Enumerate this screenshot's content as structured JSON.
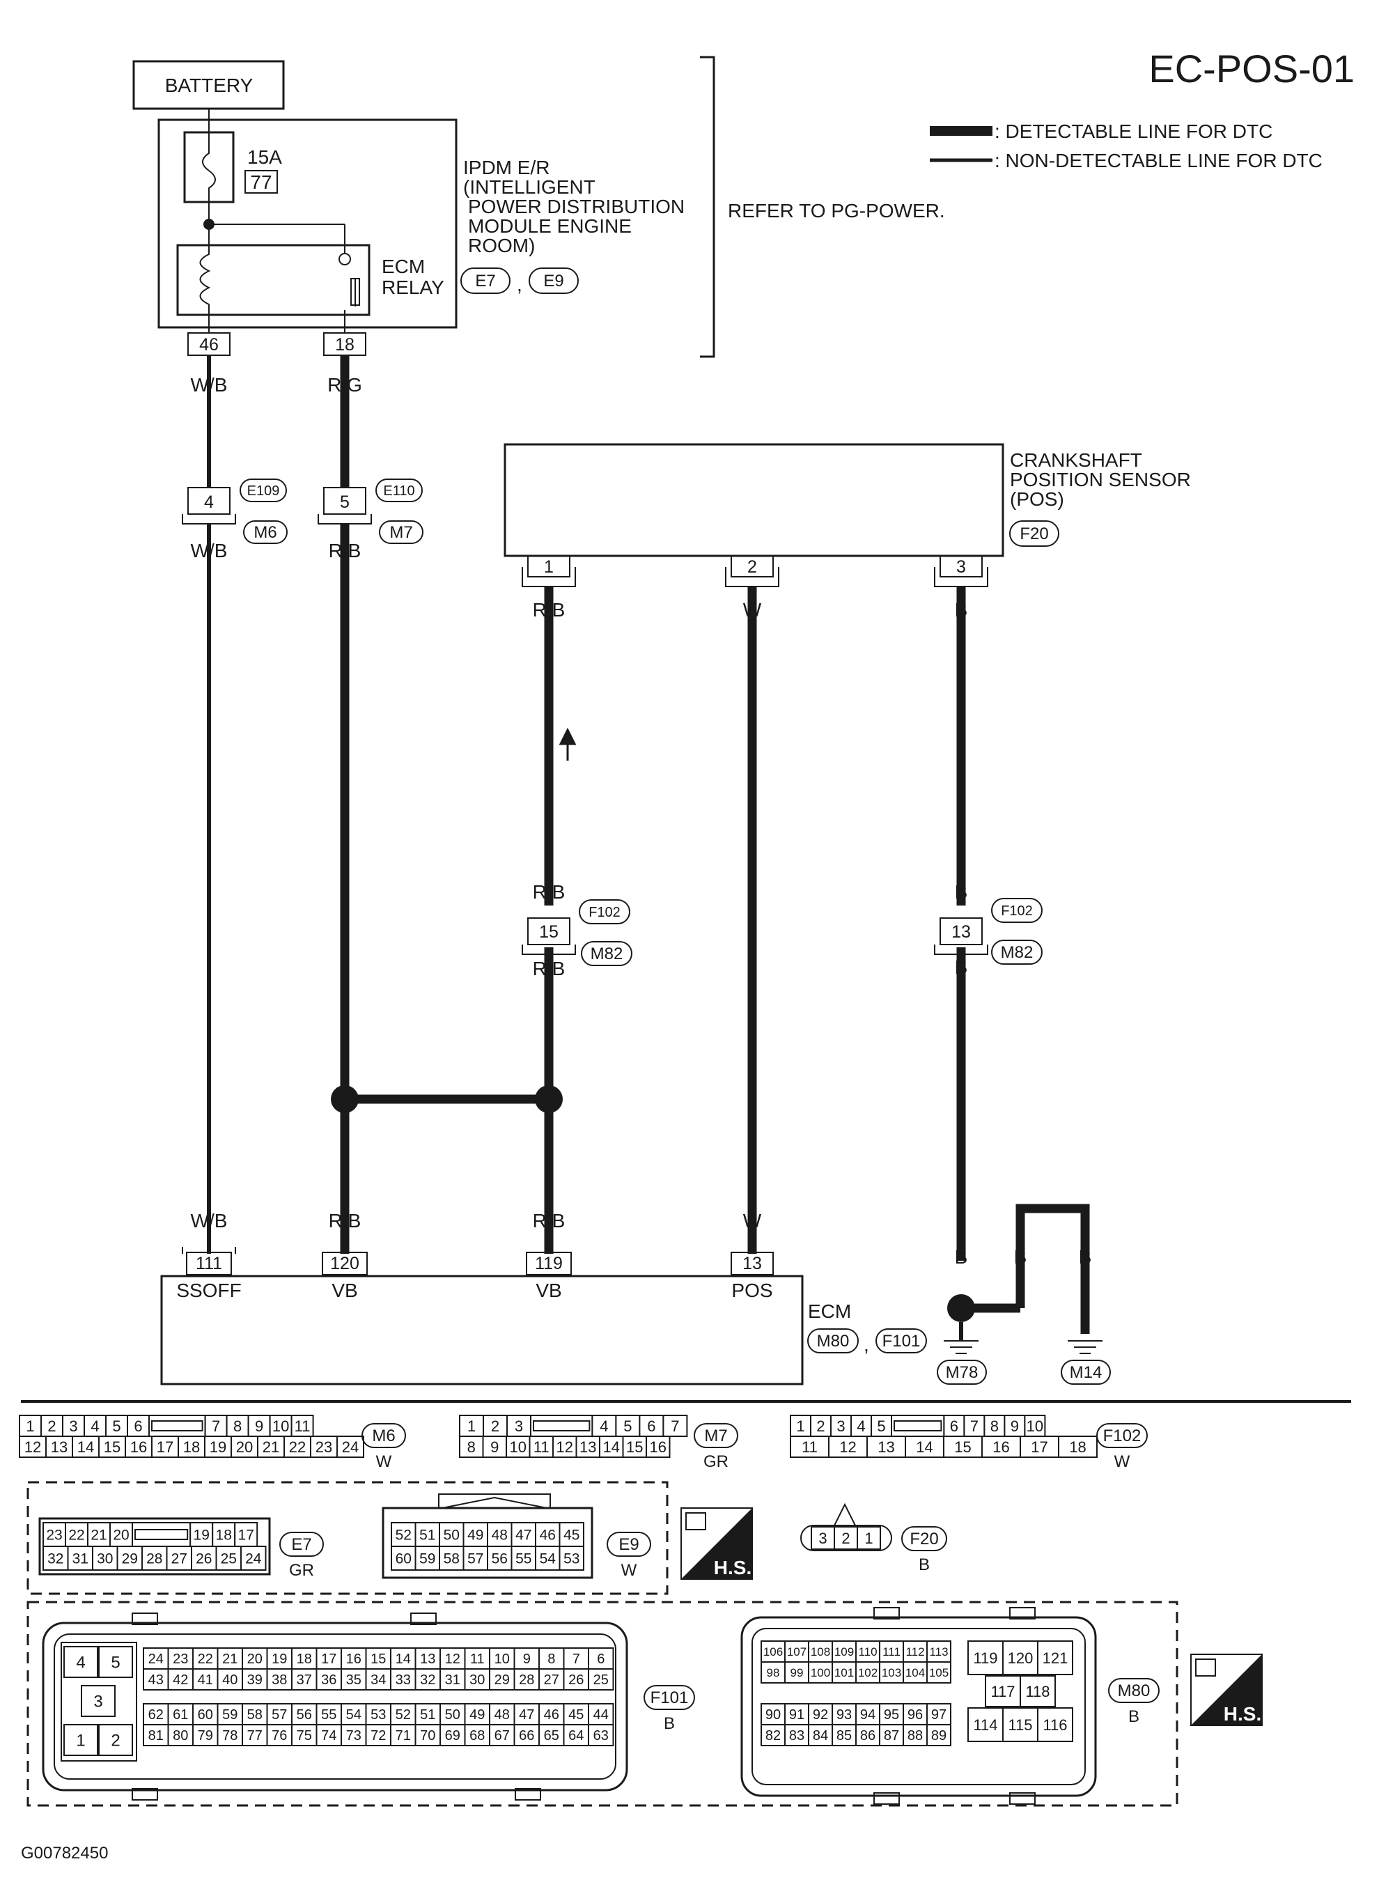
{
  "page_title": "EC-POS-01",
  "figure_id": "G00782450",
  "legend": {
    "detectable": ": DETECTABLE LINE FOR DTC",
    "non_detectable": ": NON-DETECTABLE LINE FOR DTC"
  },
  "battery": {
    "label": "BATTERY"
  },
  "ipdm": {
    "lines": [
      "IPDM E/R",
      "(INTELLIGENT",
      "POWER DISTRIBUTION",
      "MODULE ENGINE",
      "ROOM)"
    ],
    "fuse_rating": "15A",
    "fuse_number": "77",
    "relay_lines": [
      "ECM",
      "RELAY"
    ],
    "conn_a": "E7",
    "conn_sep": ",",
    "conn_b": "E9",
    "pin_left": "46",
    "pin_right": "18",
    "refer": "REFER TO PG-POWER."
  },
  "wire_colors": {
    "wb": "W/B",
    "rg": "R/G",
    "rb": "R/B",
    "w": "W",
    "b": "B"
  },
  "joint_connectors": {
    "left_pin": "4",
    "left_top": "E109",
    "left_bottom": "M6",
    "mid_pin": "5",
    "mid_top": "E110",
    "mid_bottom": "M7",
    "rb_pin": "15",
    "rb_top": "F102",
    "rb_bottom": "M82",
    "b_pin": "13",
    "b_top": "F102",
    "b_bottom": "M82"
  },
  "sensor": {
    "lines": [
      "CRANKSHAFT",
      "POSITION SENSOR",
      "(POS)"
    ],
    "connector": "F20",
    "pins": [
      "1",
      "2",
      "3"
    ]
  },
  "ecm": {
    "label": "ECM",
    "conn_a": "M80",
    "conn_sep": ",",
    "conn_b": "F101",
    "pins": [
      "111",
      "120",
      "119",
      "13"
    ],
    "terminals": [
      "SSOFF",
      "VB",
      "VB",
      "POS"
    ]
  },
  "grounds": {
    "left": "M78",
    "right": "M14"
  },
  "connectors": {
    "m6": {
      "id": "M6",
      "color": "W",
      "top": [
        "1",
        "2",
        "3",
        "4",
        "5",
        "6",
        "",
        "7",
        "8",
        "9",
        "10",
        "11"
      ],
      "bottom": [
        "12",
        "13",
        "14",
        "15",
        "16",
        "17",
        "18",
        "19",
        "20",
        "21",
        "22",
        "23",
        "24"
      ]
    },
    "m7": {
      "id": "M7",
      "color": "GR",
      "top": [
        "1",
        "2",
        "3",
        "",
        "4",
        "5",
        "6",
        "7"
      ],
      "bottom": [
        "8",
        "9",
        "10",
        "11",
        "12",
        "13",
        "14",
        "15",
        "16"
      ]
    },
    "f102": {
      "id": "F102",
      "color": "W",
      "top": [
        "1",
        "2",
        "3",
        "4",
        "5",
        "",
        "6",
        "7",
        "8",
        "9",
        "10"
      ],
      "bottom": [
        "11",
        "12",
        "13",
        "14",
        "15",
        "16",
        "17",
        "18"
      ]
    },
    "e7": {
      "id": "E7",
      "color": "GR",
      "top": [
        "23",
        "22",
        "21",
        "20",
        "",
        "19",
        "18",
        "17"
      ],
      "bottom": [
        "32",
        "31",
        "30",
        "29",
        "28",
        "27",
        "26",
        "25",
        "24"
      ]
    },
    "e9": {
      "id": "E9",
      "color": "W",
      "top": [
        "52",
        "51",
        "50",
        "49",
        "48",
        "47",
        "46",
        "45"
      ],
      "bottom": [
        "60",
        "59",
        "58",
        "57",
        "56",
        "55",
        "54",
        "53"
      ]
    },
    "hs": "H.S.",
    "f20": {
      "id": "F20",
      "color": "B",
      "pins": [
        "3",
        "2",
        "1"
      ]
    },
    "f101": {
      "id": "F101",
      "color": "B",
      "left_pins": [
        "4",
        "5",
        "3",
        "1",
        "2"
      ],
      "row1": [
        "24",
        "23",
        "22",
        "21",
        "20",
        "19",
        "18",
        "17",
        "16",
        "15",
        "14",
        "13",
        "12",
        "11",
        "10",
        "9",
        "8",
        "7",
        "6"
      ],
      "row2": [
        "43",
        "42",
        "41",
        "40",
        "39",
        "38",
        "37",
        "36",
        "35",
        "34",
        "33",
        "32",
        "31",
        "30",
        "29",
        "28",
        "27",
        "26",
        "25"
      ],
      "row3": [
        "62",
        "61",
        "60",
        "59",
        "58",
        "57",
        "56",
        "55",
        "54",
        "53",
        "52",
        "51",
        "50",
        "49",
        "48",
        "47",
        "46",
        "45",
        "44"
      ],
      "row4": [
        "81",
        "80",
        "79",
        "78",
        "77",
        "76",
        "75",
        "74",
        "73",
        "72",
        "71",
        "70",
        "69",
        "68",
        "67",
        "66",
        "65",
        "64",
        "63"
      ]
    },
    "m80": {
      "id": "M80",
      "color": "B",
      "row1": [
        "106",
        "107",
        "108",
        "109",
        "110",
        "111",
        "112",
        "113"
      ],
      "row2": [
        "98",
        "99",
        "100",
        "101",
        "102",
        "103",
        "104",
        "105"
      ],
      "row3": [
        "90",
        "91",
        "92",
        "93",
        "94",
        "95",
        "96",
        "97"
      ],
      "row4": [
        "82",
        "83",
        "84",
        "85",
        "86",
        "87",
        "88",
        "89"
      ],
      "right_top": [
        "119",
        "120",
        "121"
      ],
      "right_mid": [
        "117",
        "118"
      ],
      "right_bottom": [
        "114",
        "115",
        "116"
      ]
    }
  }
}
